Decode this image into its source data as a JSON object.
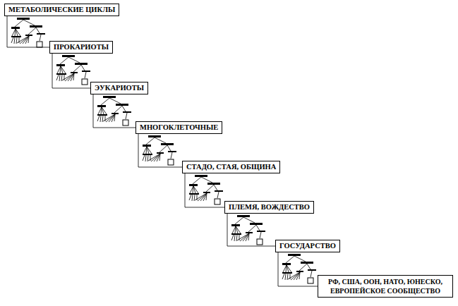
{
  "diagram": {
    "nodes": [
      {
        "text": [
          "МЕТАБОЛИЧЕСКИЕ ЦИКЛЫ"
        ]
      },
      {
        "text": [
          "ПРОКАРИОТЫ"
        ]
      },
      {
        "text": [
          "ЭУКАРИОТЫ"
        ]
      },
      {
        "text": [
          "МНОГОКЛЕТОЧНЫЕ"
        ]
      },
      {
        "text": [
          "СТАДО, СТАЯ, ОБЩИНА"
        ]
      },
      {
        "text": [
          "ПЛЕМЯ, ВОЖДЕСТВО"
        ]
      },
      {
        "text": [
          "ГОСУДАРСТВО"
        ]
      },
      {
        "text": [
          "РФ, США, ООН, НАТО, ЮНЕСКО, ЕВРОПЕЙСКОЕ СООБЩЕСТВО"
        ]
      }
    ],
    "edges": [
      {
        "from": 0,
        "to": 1,
        "arrow": "none"
      },
      {
        "from": 1,
        "to": 2,
        "arrow": "none"
      },
      {
        "from": 2,
        "to": 3,
        "arrow": "none"
      },
      {
        "from": 3,
        "to": 4,
        "arrow": "none"
      },
      {
        "from": 4,
        "to": 5,
        "arrow": "none"
      },
      {
        "from": 5,
        "to": 6,
        "arrow": "none"
      },
      {
        "from": 6,
        "to": 7,
        "arrow": "none"
      }
    ]
  }
}
